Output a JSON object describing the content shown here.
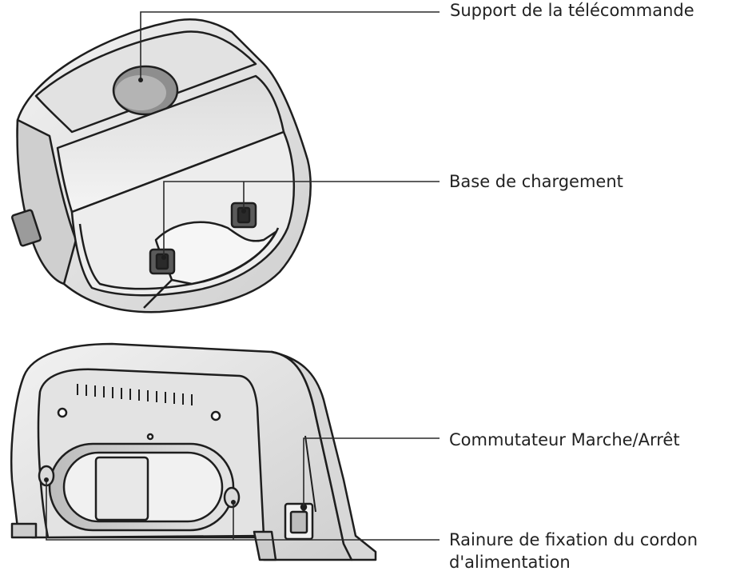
{
  "callouts": {
    "remote_holder": "Support de la télécommande",
    "charging_base": "Base de chargement",
    "power_switch": "Commutateur Marche/Arrêt",
    "cord_groove_line1": "Rainure de fixation du cordon",
    "cord_groove_line2": "d'alimentation"
  },
  "colors": {
    "body_fill": "#e9e9e9",
    "body_shade": "#c9c9c9",
    "outline": "#1e1e1e",
    "leader": "#2a2a2a"
  }
}
